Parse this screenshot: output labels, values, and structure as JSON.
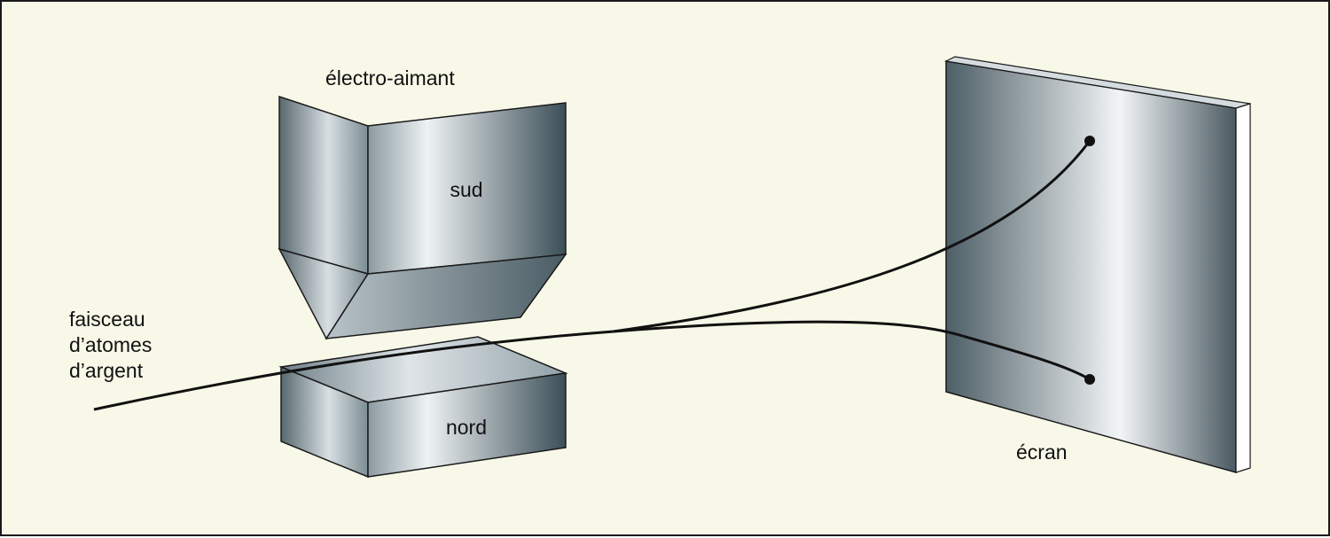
{
  "labels": {
    "electromagnet": "électro-aimant",
    "south": "sud",
    "north": "nord",
    "beam": [
      "faisceau",
      "d’atomes",
      "d’argent"
    ],
    "screen": "écran"
  },
  "colors": {
    "background": "#f8f8e8",
    "metal_dark": "#3b4e57",
    "metal_light": "#eef2f3",
    "beam": "#111111"
  }
}
